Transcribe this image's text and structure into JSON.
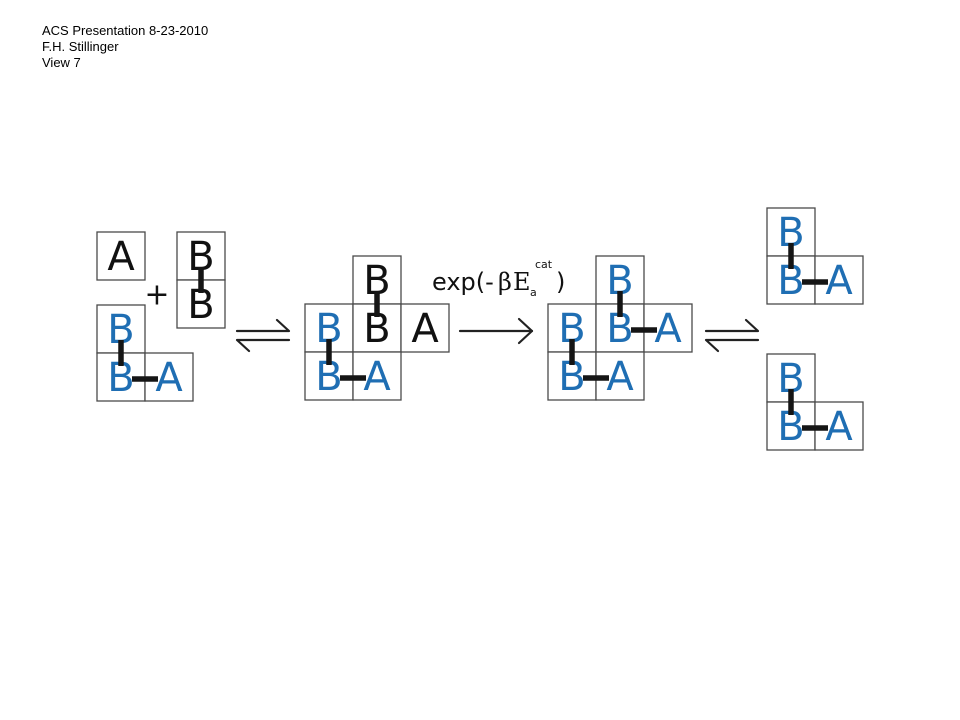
{
  "header": {
    "line1": "ACS Presentation 8-23-2010",
    "line2": "F.H. Stillinger",
    "line3": "View 7"
  },
  "colors": {
    "blue": "#1f6eb3",
    "black": "#111111"
  },
  "diagram": {
    "plus": "+",
    "rate": {
      "prefix": "exp(-",
      "beta": "β",
      "energy": "E",
      "subscript": "a",
      "superscript": "cat",
      "suffix": ")"
    },
    "arrows": [
      "equilibrium-arrow",
      "forward-arrow",
      "equilibrium-arrow"
    ],
    "units": [
      {
        "id": "monomer-a",
        "cells": [
          {
            "c": 0,
            "r": 0,
            "label": "A",
            "color": "black"
          }
        ],
        "bonds": []
      },
      {
        "id": "dimer-bb",
        "cells": [
          {
            "c": 0,
            "r": 0,
            "label": "B",
            "color": "black"
          },
          {
            "c": 0,
            "r": 1,
            "label": "B",
            "color": "black"
          }
        ],
        "bonds": [
          [
            0,
            1
          ]
        ]
      },
      {
        "id": "catalyst-1",
        "cells": [
          {
            "c": 0,
            "r": 0,
            "label": "B",
            "color": "blue"
          },
          {
            "c": 0,
            "r": 1,
            "label": "B",
            "color": "blue"
          },
          {
            "c": 1,
            "r": 1,
            "label": "A",
            "color": "blue"
          }
        ],
        "bonds": [
          [
            0,
            1
          ],
          [
            1,
            2
          ]
        ]
      },
      {
        "id": "complex",
        "cells": [
          {
            "c": 1,
            "r": 0,
            "label": "B",
            "color": "black"
          },
          {
            "c": 0,
            "r": 1,
            "label": "B",
            "color": "blue"
          },
          {
            "c": 1,
            "r": 1,
            "label": "B",
            "color": "black"
          },
          {
            "c": 2,
            "r": 1,
            "label": "A",
            "color": "black"
          },
          {
            "c": 0,
            "r": 2,
            "label": "B",
            "color": "blue"
          },
          {
            "c": 1,
            "r": 2,
            "label": "A",
            "color": "blue"
          }
        ],
        "bonds": [
          [
            0,
            2
          ],
          [
            1,
            4
          ],
          [
            4,
            5
          ]
        ]
      },
      {
        "id": "product-complex",
        "cells": [
          {
            "c": 1,
            "r": 0,
            "label": "B",
            "color": "blue"
          },
          {
            "c": 0,
            "r": 1,
            "label": "B",
            "color": "blue"
          },
          {
            "c": 1,
            "r": 1,
            "label": "B",
            "color": "blue"
          },
          {
            "c": 2,
            "r": 1,
            "label": "A",
            "color": "blue"
          },
          {
            "c": 0,
            "r": 2,
            "label": "B",
            "color": "blue"
          },
          {
            "c": 1,
            "r": 2,
            "label": "A",
            "color": "blue"
          }
        ],
        "bonds": [
          [
            0,
            2
          ],
          [
            2,
            3
          ],
          [
            1,
            4
          ],
          [
            4,
            5
          ]
        ]
      },
      {
        "id": "product-1",
        "cells": [
          {
            "c": 0,
            "r": 0,
            "label": "B",
            "color": "blue"
          },
          {
            "c": 0,
            "r": 1,
            "label": "B",
            "color": "blue"
          },
          {
            "c": 1,
            "r": 1,
            "label": "A",
            "color": "blue"
          }
        ],
        "bonds": [
          [
            0,
            1
          ],
          [
            1,
            2
          ]
        ]
      },
      {
        "id": "product-2",
        "cells": [
          {
            "c": 0,
            "r": 0,
            "label": "B",
            "color": "blue"
          },
          {
            "c": 0,
            "r": 1,
            "label": "B",
            "color": "blue"
          },
          {
            "c": 1,
            "r": 1,
            "label": "A",
            "color": "blue"
          }
        ],
        "bonds": [
          [
            0,
            1
          ],
          [
            1,
            2
          ]
        ]
      }
    ]
  }
}
